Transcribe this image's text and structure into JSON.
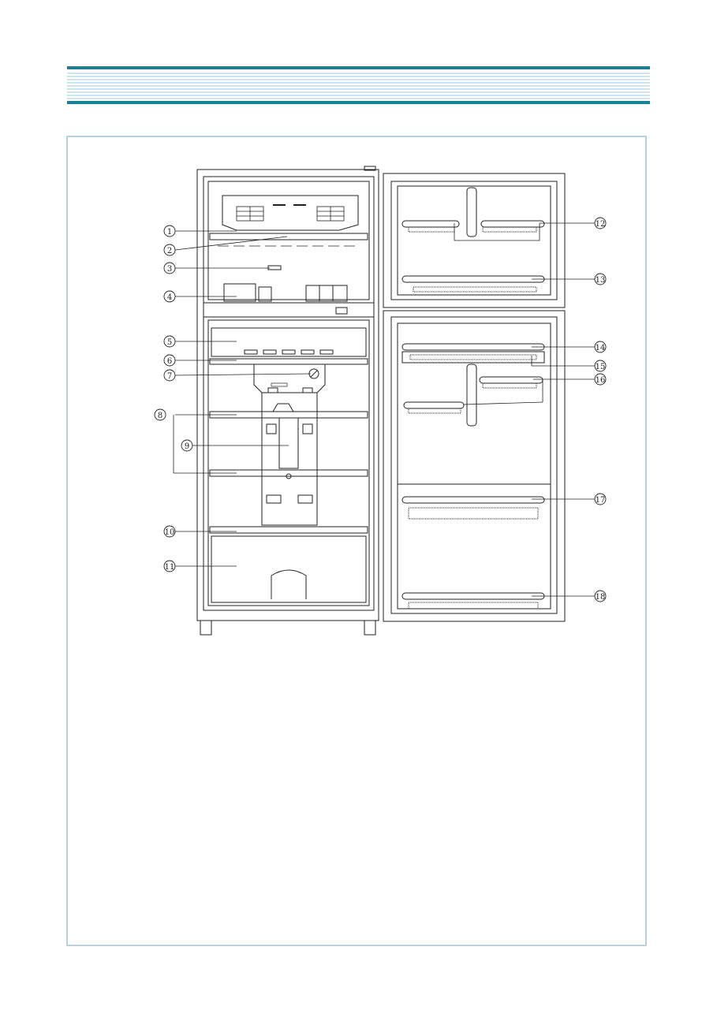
{
  "header": {
    "accent_color": "#1b7f95",
    "rule_color": "#9fc7d6"
  },
  "frame": {
    "border_color": "#b7d2de"
  },
  "diagram": {
    "subject": "refrigerator-front-view-doors-open",
    "callouts": [
      {
        "n": "1"
      },
      {
        "n": "2"
      },
      {
        "n": "3"
      },
      {
        "n": "4"
      },
      {
        "n": "5"
      },
      {
        "n": "6"
      },
      {
        "n": "7"
      },
      {
        "n": "8"
      },
      {
        "n": "9"
      },
      {
        "n": "10"
      },
      {
        "n": "11"
      },
      {
        "n": "12"
      },
      {
        "n": "13"
      },
      {
        "n": "14"
      },
      {
        "n": "15"
      },
      {
        "n": "16"
      },
      {
        "n": "17"
      },
      {
        "n": "18"
      }
    ]
  }
}
